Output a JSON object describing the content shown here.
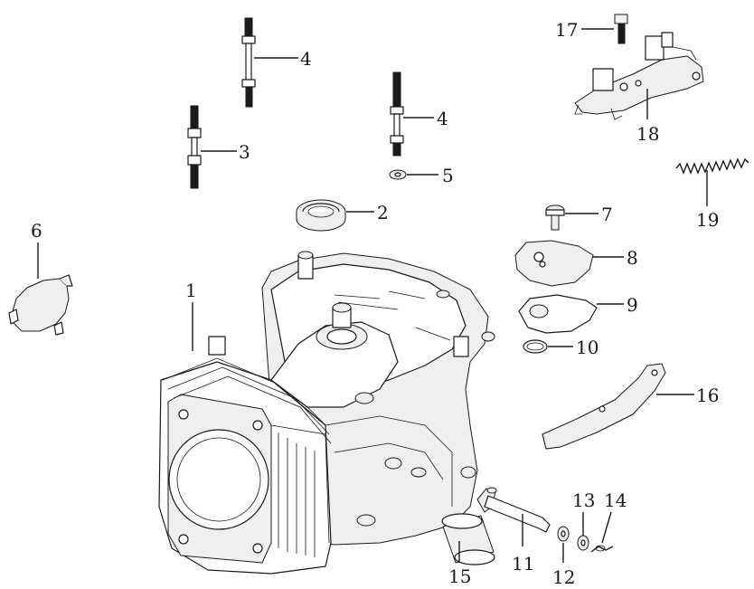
{
  "callouts": {
    "1": "1",
    "2": "2",
    "3": "3",
    "4a": "4",
    "4b": "4",
    "5": "5",
    "6": "6",
    "7": "7",
    "8": "8",
    "9": "9",
    "10": "10",
    "11": "11",
    "12": "12",
    "13": "13",
    "14": "14",
    "15": "15",
    "16": "16",
    "17": "17",
    "18": "18",
    "19": "19"
  }
}
